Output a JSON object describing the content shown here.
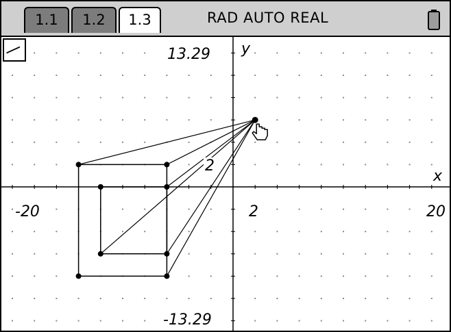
{
  "tabs": [
    {
      "label": "1.1",
      "active": false
    },
    {
      "label": "1.2",
      "active": false
    },
    {
      "label": "1.3",
      "active": true
    }
  ],
  "status": {
    "mode_text": "RAD AUTO REAL",
    "battery": "battery-icon"
  },
  "graph": {
    "x_axis_label": "x",
    "y_axis_label": "y",
    "x_min_label": "-20",
    "x_max_label": "20",
    "y_max_label": "13.29",
    "y_min_label": "-13.29",
    "x_tick_label": "2",
    "y_tick_label": "2",
    "window": {
      "xmin": -20,
      "xmax": 20,
      "ymin": -13.29,
      "ymax": 13.29
    },
    "grid": true,
    "polygons": [
      {
        "name": "outer-rectangle",
        "points": [
          [
            -14,
            2
          ],
          [
            -6,
            2
          ],
          [
            -6,
            -8
          ],
          [
            -14,
            -8
          ]
        ]
      },
      {
        "name": "inner-quad",
        "points": [
          [
            -12,
            0
          ],
          [
            -6,
            0
          ],
          [
            -6,
            -6
          ],
          [
            -12,
            -6
          ]
        ]
      }
    ],
    "focus_point": [
      2,
      6
    ],
    "rays": [
      [
        -14,
        2
      ],
      [
        -6,
        2
      ],
      [
        -6,
        0
      ],
      [
        -12,
        -6
      ],
      [
        -6,
        -6
      ],
      [
        -6,
        -8
      ]
    ],
    "tool_icon": "segment-tool-icon",
    "cursor_icon": "hand-cursor-icon"
  }
}
